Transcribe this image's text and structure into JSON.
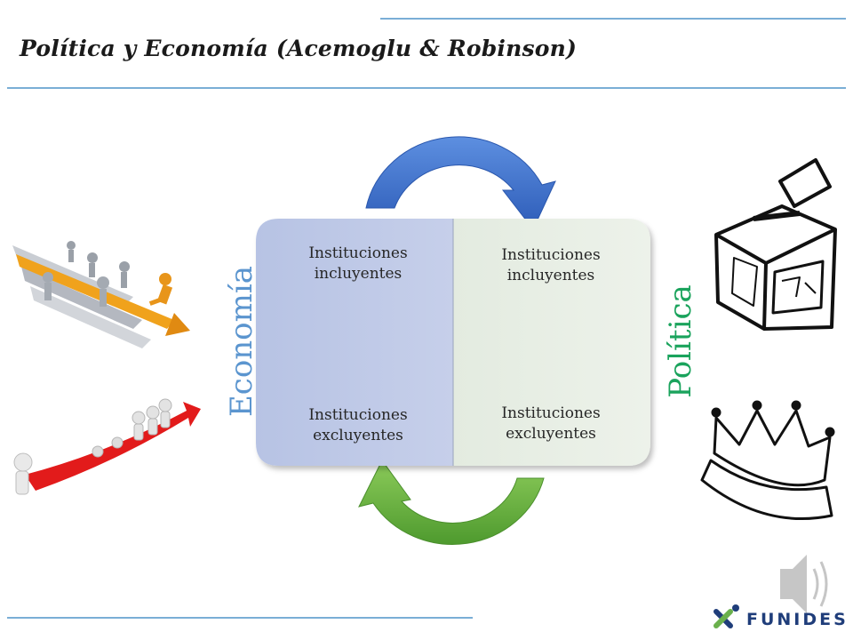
{
  "title": "Política y Economía (Acemoglu & Robinson)",
  "axis_left_label": "Economía",
  "axis_right_label": "Política",
  "panels": {
    "left_top": "Instituciones incluyentes",
    "left_bottom": "Instituciones excluyentes",
    "right_top": "Instituciones incluyentes",
    "right_bottom": "Instituciones excluyentes"
  },
  "logo": "FUNIDES",
  "colors": {
    "rule": "#7aaed6",
    "left_panel": "#c0c9e6",
    "right_panel": "#e8efe4",
    "top_arrow": "#3f6fc7",
    "bottom_arrow": "#5fae3a",
    "economia_label": "#5b95cf",
    "politica_label": "#1aa35c"
  },
  "icons": [
    "runners-on-arrows-icon",
    "people-climbing-red-arrow-icon",
    "ballot-box-icon",
    "crown-icon",
    "speaker-icon",
    "funides-logo-icon"
  ]
}
